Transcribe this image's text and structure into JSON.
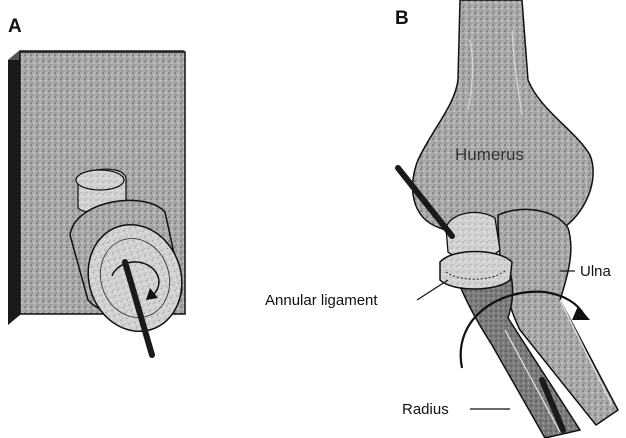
{
  "panels": {
    "a": {
      "letter": "A"
    },
    "b": {
      "letter": "B"
    }
  },
  "labels": {
    "humerus": "Humerus",
    "ulna": "Ulna",
    "annular_ligament": "Annular ligament",
    "radius": "Radius"
  },
  "colors": {
    "stipple_dark": "#6f6f6f",
    "stipple_mid": "#9a9a9a",
    "stipple_light": "#cfcfcf",
    "outline": "#111111",
    "background": "#ffffff"
  }
}
